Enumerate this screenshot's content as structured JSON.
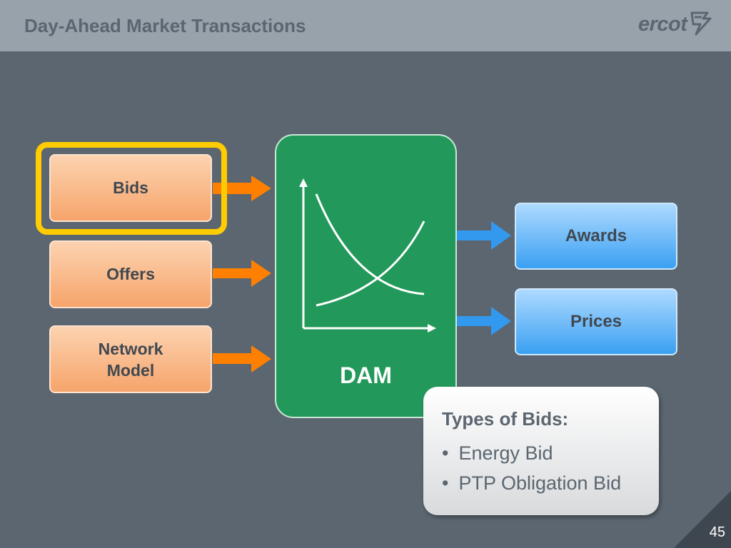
{
  "header": {
    "title": "Day-Ahead Market Transactions",
    "logo_text": "ercot"
  },
  "inputs": [
    {
      "label": "Bids"
    },
    {
      "label": "Offers"
    },
    {
      "label_line1": "Network",
      "label_line2": "Model"
    }
  ],
  "dam": {
    "label": "DAM"
  },
  "outputs": [
    {
      "label": "Awards"
    },
    {
      "label": "Prices"
    }
  ],
  "callout": {
    "title": "Types of Bids:",
    "items": [
      "Energy Bid",
      "PTP Obligation Bid"
    ]
  },
  "page_number": "45",
  "colors": {
    "input_arrow": "#ff8000",
    "output_arrow": "#3399ee",
    "dam": "#22995a",
    "highlight": "#ffcc00"
  }
}
